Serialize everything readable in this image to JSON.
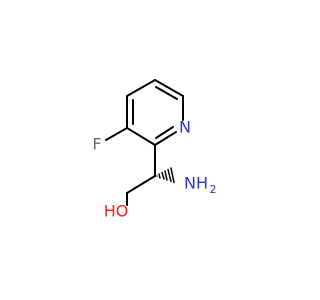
{
  "molecule": {
    "atoms": {
      "N_ring": "N",
      "F": "F",
      "NH2": "NH",
      "NH2_sub": "2",
      "OH": "HO"
    },
    "colors": {
      "bond": "#000000",
      "nitrogen": "#2b36d9",
      "fluorine": "#6a6a6a",
      "oxygen": "#ff1e1e",
      "background": "#ffffff"
    }
  }
}
